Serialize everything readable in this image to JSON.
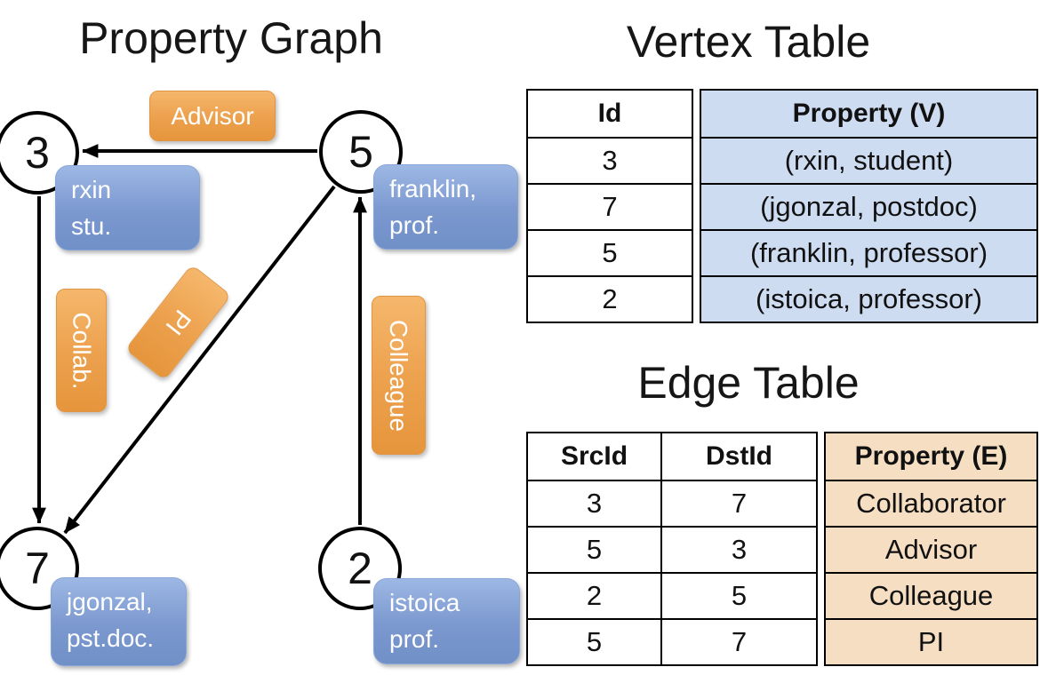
{
  "titles": {
    "graph": "Property Graph",
    "vertex": "Vertex Table",
    "edge": "Edge Table"
  },
  "graph": {
    "nodes": [
      {
        "id": "3"
      },
      {
        "id": "5"
      },
      {
        "id": "7"
      },
      {
        "id": "2"
      }
    ],
    "vertex_labels": [
      {
        "line1": "rxin",
        "line2": "stu."
      },
      {
        "line1": "franklin,",
        "line2": "prof."
      },
      {
        "line1": "jgonzal,",
        "line2": "pst.doc."
      },
      {
        "line1": "istoica",
        "line2": "prof."
      }
    ],
    "edge_labels": [
      {
        "text": "Advisor"
      },
      {
        "text": "Collab."
      },
      {
        "text": "PI"
      },
      {
        "text": "Colleague"
      }
    ]
  },
  "vertex_table": {
    "headers": {
      "id": "Id",
      "property": "Property (V)"
    },
    "rows": [
      {
        "id": "3",
        "property": "(rxin, student)"
      },
      {
        "id": "7",
        "property": "(jgonzal, postdoc)"
      },
      {
        "id": "5",
        "property": "(franklin, professor)"
      },
      {
        "id": "2",
        "property": "(istoica, professor)"
      }
    ]
  },
  "edge_table": {
    "headers": {
      "src": "SrcId",
      "dst": "DstId",
      "property": "Property (E)"
    },
    "rows": [
      {
        "src": "3",
        "dst": "7",
        "property": "Collaborator"
      },
      {
        "src": "5",
        "dst": "3",
        "property": "Advisor"
      },
      {
        "src": "2",
        "dst": "5",
        "property": "Colleague"
      },
      {
        "src": "5",
        "dst": "7",
        "property": "PI"
      }
    ]
  },
  "colors": {
    "edge_label_orange_top": "#f5b76c",
    "edge_label_orange_bottom": "#e6953c",
    "vertex_label_blue_top": "#9db8e4",
    "vertex_label_blue_bottom": "#7090c8",
    "vertex_property_bg": "#cedcf2",
    "edge_property_bg": "#f5dec2",
    "line_color": "#000000"
  }
}
